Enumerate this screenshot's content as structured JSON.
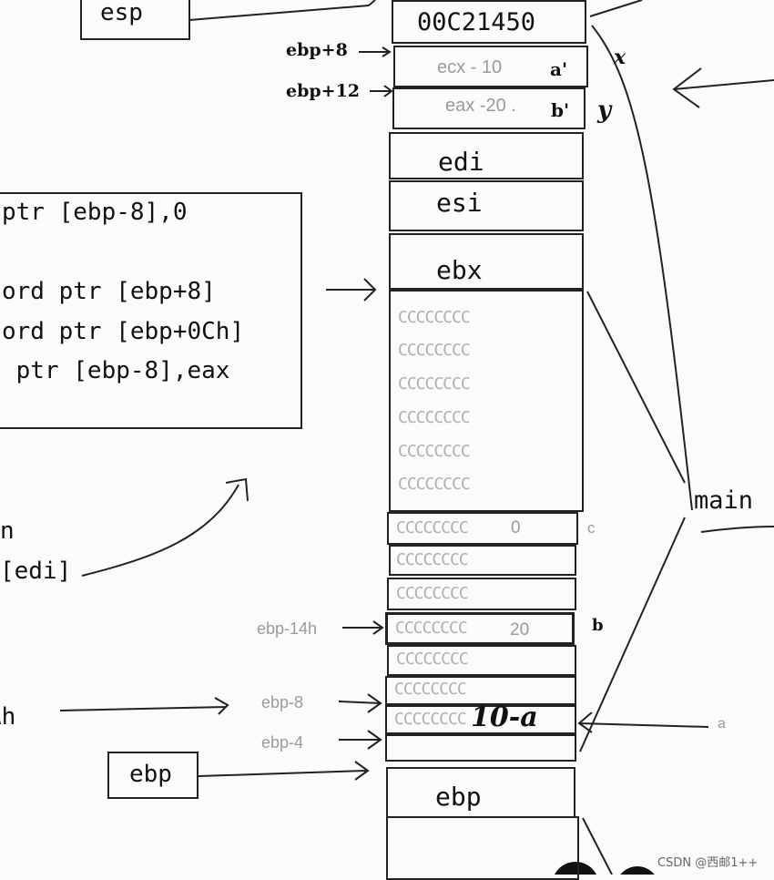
{
  "labels": {
    "esp": "esp",
    "ebp_box": "ebp",
    "main": "main",
    "ebp_plus_8": "ebp+8",
    "ebp_plus_12": "ebp+12",
    "ebp_minus_14h": "ebp-14h",
    "ebp_minus_8": "ebp-8",
    "ebp_minus_4": "ebp-4",
    "var_a_prime": "a'",
    "var_b_prime": "b'",
    "x_mark": "x",
    "y_mark": "y",
    "c_mark": "c",
    "b_mark": "b",
    "a_mark": "a"
  },
  "stack": {
    "ret_addr": "00C21450",
    "arg_a": "ecx - 10",
    "arg_b": "eax -20 .",
    "edi": "edi",
    "esi": "esi",
    "ebx": "ebx",
    "fill": "CCCCCCCC",
    "val_c": "0",
    "val_b": "20",
    "val_a": "10-a",
    "ebp_saved": "ebp"
  },
  "code": {
    "line1": "ptr [ebp-8],0",
    "line2": "ord ptr [ebp+8]",
    "line3": "ord ptr [ebp+0Ch]",
    "line4": " ptr [ebp-8],eax"
  },
  "left_fragments": {
    "n": "n",
    "edi_ref": "[edi]",
    "ah": "Ah"
  },
  "watermark": "CSDN @西邮1++"
}
